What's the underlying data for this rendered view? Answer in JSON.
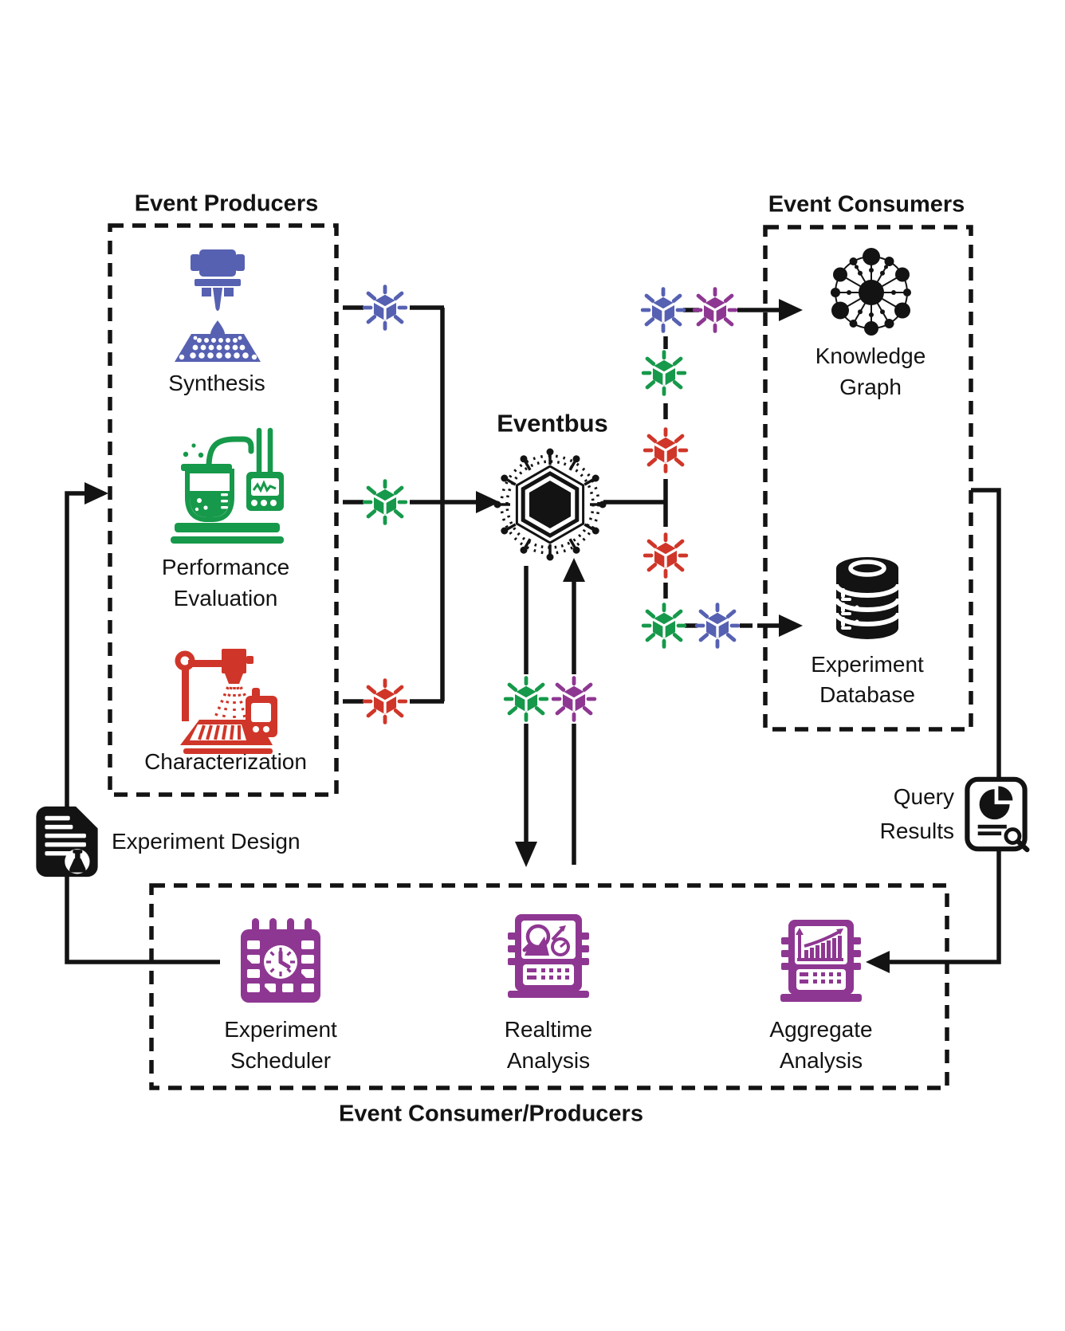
{
  "colors": {
    "c-blue": "#5661b2",
    "c-green": "#16994a",
    "c-red": "#cf3629",
    "c-purple": "#8e3792",
    "c-ink": "#131313"
  },
  "event_producers": {
    "title": "Event Producers",
    "synthesis": {
      "label": "Synthesis"
    },
    "performance_evaluation": {
      "line1": "Performance",
      "line2": "Evaluation"
    },
    "characterization": {
      "label": "Characterization"
    }
  },
  "eventbus": {
    "label": "Eventbus"
  },
  "event_consumers": {
    "title": "Event Consumers",
    "knowledge_graph": {
      "line1": "Knowledge",
      "line2": "Graph"
    },
    "experiment_database": {
      "line1": "Experiment",
      "line2": "Database"
    }
  },
  "event_consumer_producers": {
    "title": "Event Consumer/Producers",
    "experiment_scheduler": {
      "line1": "Experiment",
      "line2": "Scheduler"
    },
    "realtime_analysis": {
      "line1": "Realtime",
      "line2": "Analysis"
    },
    "aggregate_analysis": {
      "line1": "Aggregate",
      "line2": "Analysis"
    }
  },
  "annotations": {
    "experiment_design": {
      "label": "Experiment Design"
    },
    "query_results": {
      "line1": "Query",
      "line2": "Results"
    }
  },
  "event_markers": {
    "producer_feeds": [
      "blue",
      "green",
      "red"
    ],
    "to_knowledge_graph": [
      "blue",
      "purple"
    ],
    "consumer_chain": [
      "green",
      "red",
      "red",
      "green",
      "blue"
    ],
    "to_bottom_exchange": [
      "green",
      "purple"
    ]
  },
  "icons": {
    "synthesis": "3d-printer-dispenser-icon",
    "performance_evaluation": "beaker-meter-icon",
    "characterization": "scanner-instrument-icon",
    "eventbus": "hex-network-hub-icon",
    "knowledge_graph": "radial-node-graph-icon",
    "experiment_database": "database-stack-icon",
    "experiment_scheduler": "calendar-clock-icon",
    "realtime_analysis": "analyzer-magnifier-icon",
    "aggregate_analysis": "analyzer-bar-chart-icon",
    "experiment_design": "document-flask-icon",
    "query_results": "report-pie-magnifier-icon",
    "event_marker": "spiked-cube-icon"
  }
}
